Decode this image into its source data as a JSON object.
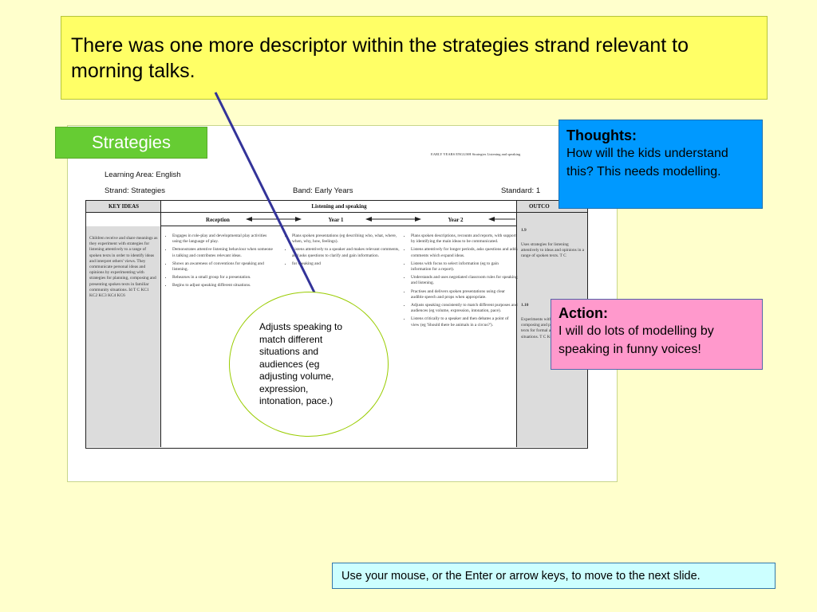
{
  "slide": {
    "title": "There was one more descriptor within the strategies strand relevant to morning talks.",
    "tab_label": "Strategies",
    "oval_text": "Adjusts speaking to match different situations and audiences (eg adjusting volume, expression, intonation, pace.)",
    "thoughts": {
      "title": "Thoughts:",
      "body": "How will the kids understand this? This needs modelling."
    },
    "action": {
      "title": "Action:",
      "body": "I will do lots of modelling by speaking in funny voices!"
    },
    "nav_hint": "Use your mouse, or the Enter or arrow keys, to move to the next slide.",
    "colors": {
      "background": "#ffffcc",
      "title_box": "#ffff66",
      "tab": "#66cc33",
      "thoughts_box": "#0099ff",
      "action_box": "#ff99cc",
      "nav_box": "#ccffff",
      "pointer_line": "#333399"
    }
  },
  "document": {
    "header_right": "EARLY YEARS ENGLISH Strategies Listening and speaking",
    "learning_area": "Learning Area: English",
    "strand": "Strand: Strategies",
    "band": "Band: Early Years",
    "standard": "Standard: 1",
    "columns": {
      "key_ideas": "KEY IDEAS",
      "listening": "Listening and speaking",
      "outcomes": "OUTCO",
      "reception": "Reception",
      "year1": "Year 1",
      "year2": "Year 2"
    },
    "key_ideas_text": "Children receive and share meanings as they experiment with strategies for listening attentively to a range of spoken texts in order to identify ideas and interpret others' views. They communicate personal ideas and opinions by experimenting with strategies for planning, composing and presenting spoken texts in familiar community situations. Id T C KC1 KC2 KC3 KC4 KC6",
    "reception_items": [
      "Engages in role-play and developmental play activities using the language of play.",
      "Demonstrates attentive listening behaviour when someone is talking and contributes relevant ideas.",
      "Shows an awareness of conventions for speaking and listening.",
      "Rehearses in a small group for a presentation.",
      "Begins to adjust speaking different situations."
    ],
    "year1_items": [
      "Plans spoken presentations (eg describing who, what, where, when, why, how, feelings).",
      "Listens attentively to a speaker and makes relevant comments, and asks questions to clarify and gain information.",
      "for speaking and"
    ],
    "year2_items": [
      "Plans spoken descriptions, recounts and reports, with support, by identifying the main ideas to be communicated.",
      "Listens attentively for longer periods, asks questions and adds comments which expand ideas.",
      "Listens with focus to select information (eg to gain information for a report).",
      "Understands and uses negotiated classroom rules for speaking and listening.",
      "Practises and delivers spoken presentations using clear audible speech and props when appropriate.",
      "Adjusts speaking consistently to match different purposes and audiences (eg volume, expression, intonation, pace).",
      "Listens critically to a speaker and then debates a point of view (eg 'Should there be animals in a circus?')."
    ],
    "outcome_19_code": "1.9",
    "outcome_19_text": "Uses strategies for listening attentively to ideas and opinions in a range of spoken texts. T C",
    "outcome_110_code": "1.10",
    "outcome_110_text": "Experiments with strategies for composing and presenting spoken texts for formal and informal situations. T C KC2 KC3"
  }
}
